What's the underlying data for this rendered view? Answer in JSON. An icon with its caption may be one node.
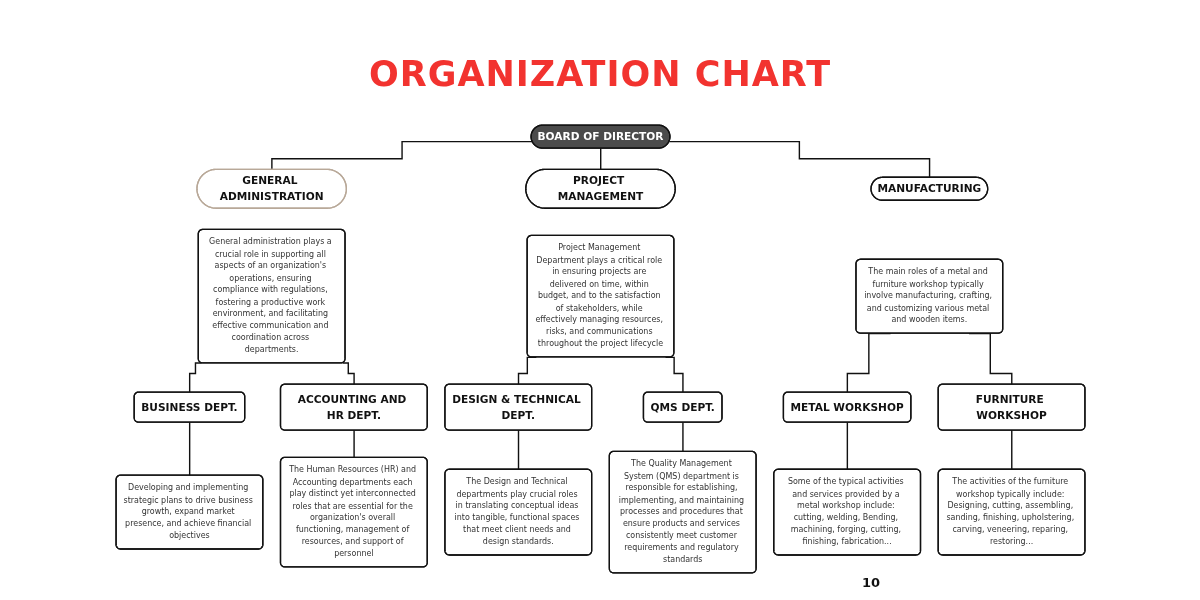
{
  "diagram": {
    "title": "ORGANIZATION CHART",
    "nodes": [
      {
        "text": [
          "BOARD OF DIRECTOR"
        ]
      },
      {
        "text": [
          "GENERAL ADMINISTRATION"
        ]
      },
      {
        "text": [
          "General administration plays a crucial role in supporting all aspects of an organization's operations, ensuring compliance with regulations, fostering a productive work environment, and facilitating effective communication and coordination across departments."
        ]
      },
      {
        "text": [
          "PROJECT MANAGEMENT"
        ]
      },
      {
        "text": [
          "Project Management Department plays a critical role in ensuring projects are delivered on time, within budget, and to the satisfaction of stakeholders, while effectively managing resources, risks, and communications throughout the project lifecycle"
        ]
      },
      {
        "text": [
          "MANUFACTURING"
        ]
      },
      {
        "text": [
          "The main roles of a metal and furniture workshop typically involve manufacturing, crafting, and customizing various metal and wooden items."
        ]
      },
      {
        "text": [
          "BUSINESS DEPT."
        ]
      },
      {
        "text": [
          "Developing and implementing strategic plans to drive business growth, expand market presence, and achieve financial objectives"
        ]
      },
      {
        "text": [
          "ACCOUNTING AND HR DEPT."
        ]
      },
      {
        "text": [
          "The Human Resources (HR) and Accounting departments each play distinct yet interconnected roles that are essential for the organization's overall functioning, management of resources, and support of personnel"
        ]
      },
      {
        "text": [
          "DESIGN & TECHNICAL DEPT."
        ]
      },
      {
        "text": [
          "The Design and Technical departments play crucial roles in translating conceptual ideas into tangible, functional spaces that meet client needs and design standards."
        ]
      },
      {
        "text": [
          "QMS DEPT."
        ]
      },
      {
        "text": [
          "The Quality Management System (QMS) department is responsible for establishing, implementing, and maintaining processes and procedures that ensure products and services consistently meet customer requirements and regulatory standards"
        ]
      },
      {
        "text": [
          "METAL WORKSHOP"
        ]
      },
      {
        "text": [
          "Some of the typical activities and services provided by a metal workshop include: cutting, welding, Bending, machining, forging, cutting, finishing, fabrication..."
        ]
      },
      {
        "text": [
          "FURNITURE WORKSHOP"
        ]
      },
      {
        "text": [
          "The activities of the furniture workshop typically include: Designing, cutting, assembling, sanding, finishing, upholstering, carving, veneering, reparing, restoring..."
        ]
      }
    ],
    "edges": [
      {
        "from": 0,
        "to": 1,
        "arrow": "none"
      },
      {
        "from": 0,
        "to": 3,
        "arrow": "none"
      },
      {
        "from": 0,
        "to": 5,
        "arrow": "none"
      },
      {
        "from": 2,
        "to": 7,
        "arrow": "none"
      },
      {
        "from": 2,
        "to": 9,
        "arrow": "none"
      },
      {
        "from": 4,
        "to": 11,
        "arrow": "none"
      },
      {
        "from": 4,
        "to": 13,
        "arrow": "none"
      },
      {
        "from": 6,
        "to": 15,
        "arrow": "none"
      },
      {
        "from": 6,
        "to": 17,
        "arrow": "none"
      },
      {
        "from": 7,
        "to": 8,
        "arrow": "none"
      },
      {
        "from": 9,
        "to": 10,
        "arrow": "none"
      },
      {
        "from": 11,
        "to": 12,
        "arrow": "none"
      },
      {
        "from": 13,
        "to": 14,
        "arrow": "none"
      },
      {
        "from": 15,
        "to": 16,
        "arrow": "none"
      },
      {
        "from": 17,
        "to": 18,
        "arrow": "none"
      }
    ],
    "labels": [
      "10"
    ]
  }
}
